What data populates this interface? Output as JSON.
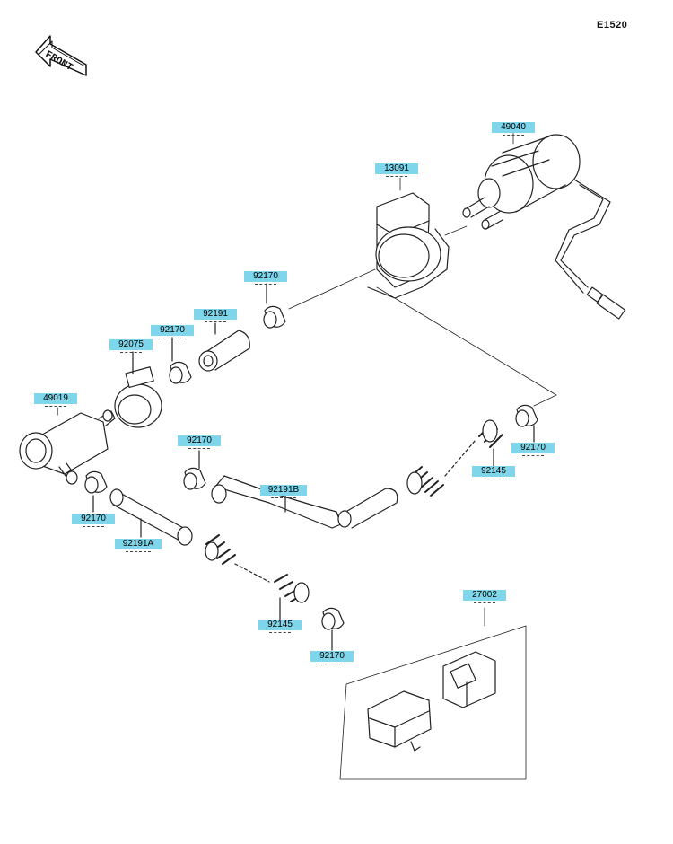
{
  "page_code": "E1520",
  "front_label": "FRONT",
  "colors": {
    "tag_fill": "#7fd6ea",
    "line": "#222222"
  },
  "parts": {
    "p49040": "49040",
    "p13091": "13091",
    "p92170_a": "92170",
    "p92191": "92191",
    "p92170_b": "92170",
    "p92075": "92075",
    "p49019": "49019",
    "p92170_c": "92170",
    "p92170_d": "92170",
    "p92191B": "92191B",
    "p92145_a": "92145",
    "p92170_e": "92170",
    "p92191A": "92191A",
    "p92145_b": "92145",
    "p92170_f": "92170",
    "p27002": "27002"
  }
}
